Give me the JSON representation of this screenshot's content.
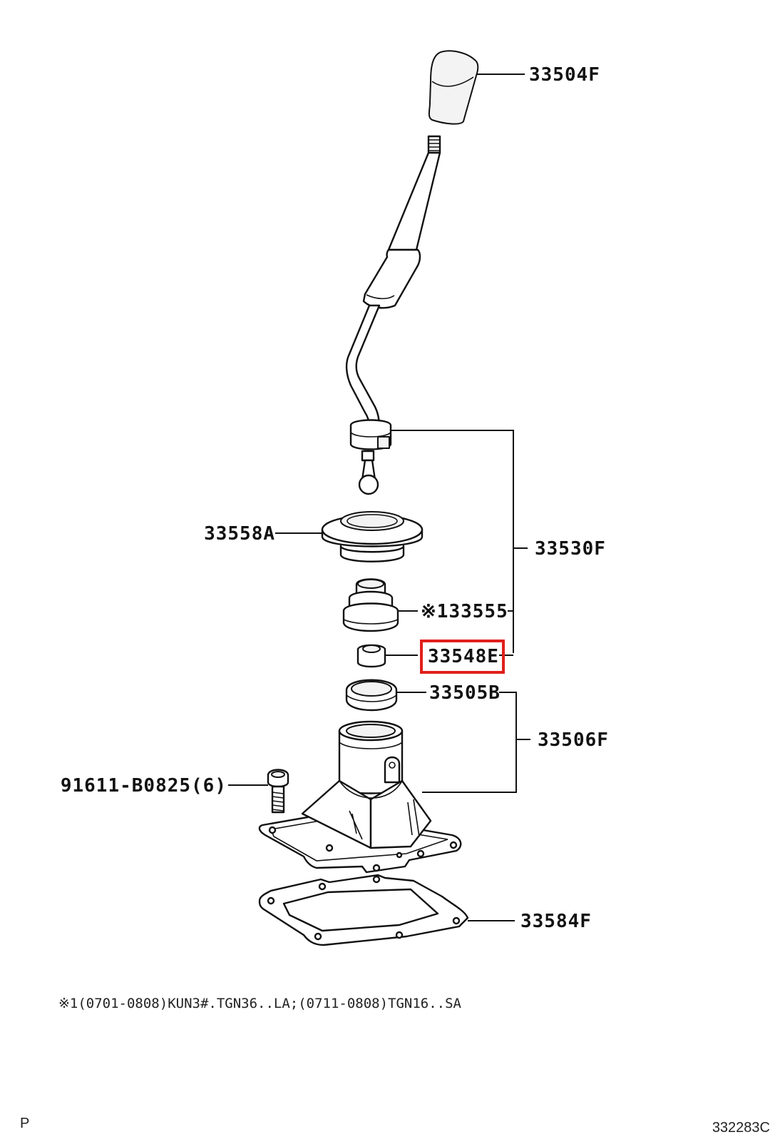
{
  "diagram": {
    "parts": {
      "knob": "33504F",
      "shift_lever": "33530F",
      "retainer": "33558A",
      "boot": "33555",
      "boot_marker": "※1",
      "bushing": "33548E",
      "seat": "33505B",
      "housing": "33506F",
      "bolt": "91611-B0825",
      "bolt_qty": "(6)",
      "gasket": "33584F"
    },
    "highlighted_part": "bushing",
    "highlight_color": "#e0201c",
    "footnote": "※1(0701-0808)KUN3#.TGN36..LA;(0711-0808)TGN16..SA",
    "corner_mark": "P",
    "figure_code": "332283C"
  }
}
